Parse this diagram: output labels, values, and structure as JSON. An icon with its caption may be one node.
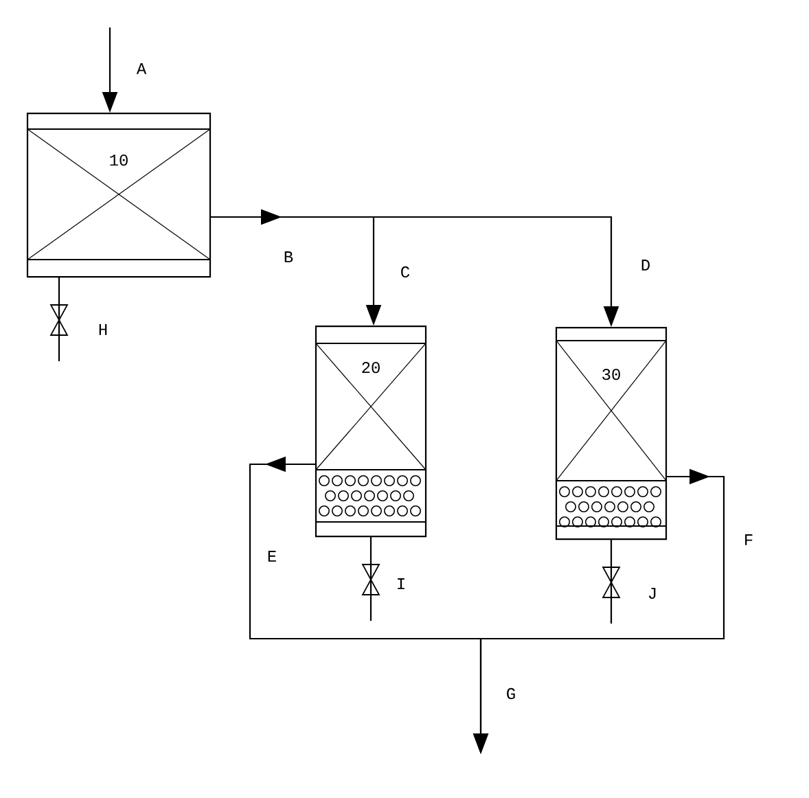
{
  "diagram": {
    "nodes": [
      {
        "text": [
          "10"
        ]
      },
      {
        "text": [
          "20"
        ]
      },
      {
        "text": [
          "30"
        ]
      }
    ],
    "edges": [
      {
        "from": null,
        "to": 0,
        "arrow": "to",
        "label": "A"
      },
      {
        "from": 0,
        "to": 1,
        "arrow": "to",
        "label": "C"
      },
      {
        "from": 0,
        "to": 2,
        "arrow": "to",
        "label": "D"
      },
      {
        "from": 1,
        "to": null,
        "arrow": "to",
        "label": "E"
      },
      {
        "from": 2,
        "to": null,
        "arrow": "to",
        "label": "F"
      },
      {
        "from": 0,
        "to": null,
        "arrow": "none",
        "label": "H"
      },
      {
        "from": 1,
        "to": null,
        "arrow": "none",
        "label": "I"
      },
      {
        "from": 2,
        "to": null,
        "arrow": "none",
        "label": "J"
      }
    ],
    "labels": [
      "B",
      "G"
    ]
  }
}
